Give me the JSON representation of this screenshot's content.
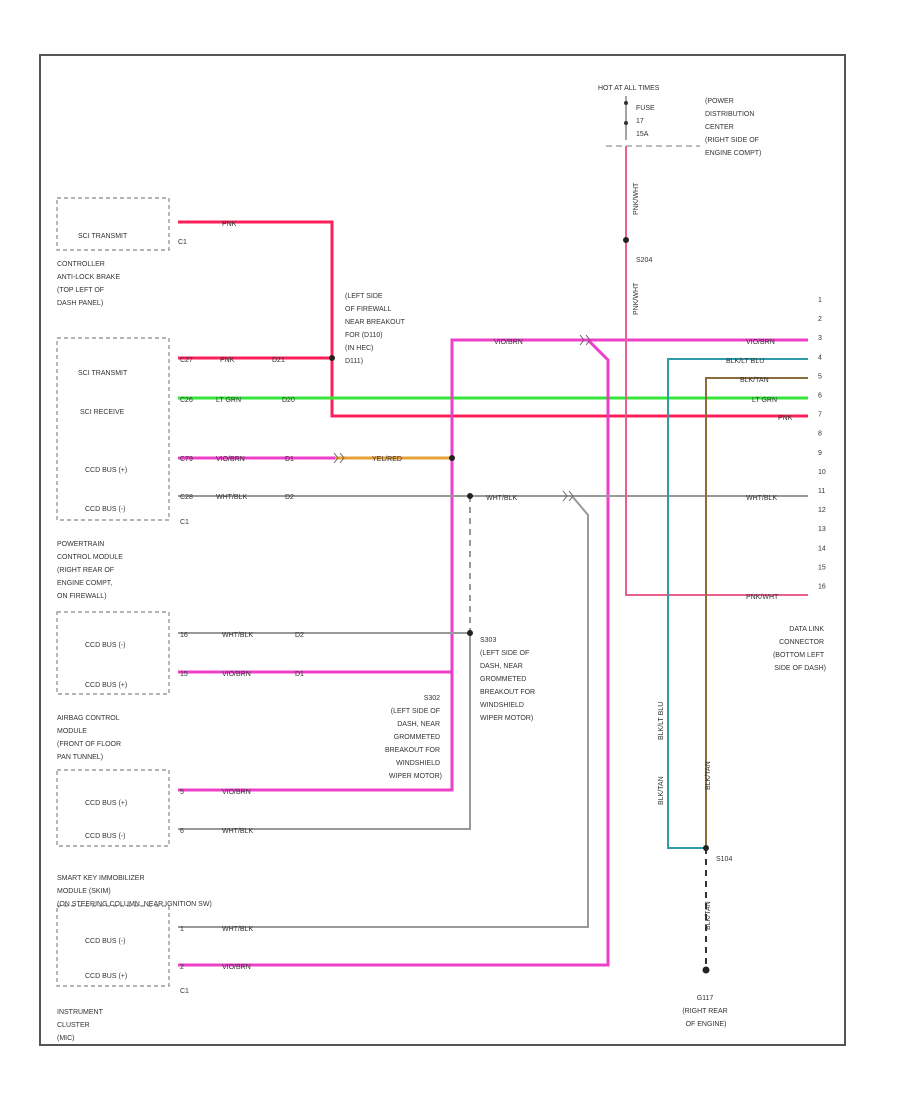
{
  "power": {
    "hot_at_all_times": "HOT AT ALL TIMES",
    "fuse_label": "FUSE",
    "fuse_number": "17",
    "fuse_rating": "15A",
    "pdc_lines": [
      "(POWER",
      "DISTRIBUTION",
      "CENTER",
      "(RIGHT SIDE OF",
      "ENGINE COMPT)"
    ]
  },
  "splices": {
    "s204": "S204",
    "s111_lines": [
      "(LEFT SIDE",
      "OF FIREWALL",
      "NEAR BREAKOUT",
      "FOR (D110)",
      "(IN HEC)",
      "D111)"
    ],
    "s303_lines": [
      "S303",
      "(LEFT SIDE OF",
      "DASH, NEAR",
      "GROMMETED",
      "BREAKOUT FOR",
      "WINDSHIELD",
      "WIPER MOTOR)"
    ],
    "s302_lines": [
      "S302",
      "(LEFT SIDE OF",
      "DASH, NEAR",
      "GROMMETED",
      "BREAKOUT FOR",
      "WINDSHIELD",
      "WIPER MOTOR)"
    ],
    "s104": "S104",
    "g117_lines": [
      "G117",
      "(RIGHT REAR",
      "OF ENGINE)"
    ]
  },
  "modules": {
    "abs": {
      "pin": "SCI TRANSMIT",
      "conn": "C1",
      "desc_lines": [
        "CONTROLLER",
        "ANTI-LOCK BRAKE",
        "(TOP LEFT OF",
        "DASH PANEL)"
      ]
    },
    "pcm": {
      "pins": [
        "SCI TRANSMIT",
        "SCI RECEIVE",
        "CCD BUS (+)",
        "CCD BUS (-)"
      ],
      "conn": "C1",
      "desc_lines": [
        "POWERTRAIN",
        "CONTROL MODULE",
        "(RIGHT REAR OF",
        "ENGINE COMPT,",
        "ON FIREWALL)"
      ]
    },
    "acm": {
      "pins": [
        "CCD BUS (-)",
        "CCD BUS (+)"
      ],
      "desc_lines": [
        "AIRBAG CONTROL",
        "MODULE",
        "(FRONT OF FLOOR",
        "PAN TUNNEL)"
      ]
    },
    "skim": {
      "pins": [
        "CCD BUS (+)",
        "CCD BUS (-)"
      ],
      "desc_lines": [
        "SMART KEY IMMOBILIZER",
        "MODULE (SKIM)",
        "(ON STEERING COLUMN, NEAR IGNITION SW)"
      ]
    },
    "cluster": {
      "pins": [
        "CCD BUS (-)",
        "CCD BUS (+)"
      ],
      "conn": "C1",
      "desc_lines": [
        "INSTRUMENT",
        "CLUSTER",
        "(MIC)"
      ]
    }
  },
  "data_link": {
    "desc_lines": [
      "DATA LINK",
      "CONNECTOR",
      "(BOTTOM LEFT",
      "SIDE OF DASH)"
    ],
    "pins": [
      "1",
      "2",
      "3",
      "4",
      "5",
      "6",
      "7",
      "8",
      "9",
      "10",
      "11",
      "12",
      "13",
      "14",
      "15",
      "16"
    ]
  },
  "wires": {
    "abs_pnk": "PNK",
    "pcm_tx_pin": "C27",
    "pcm_tx_color": "PNK",
    "pcm_tx_circuit": "D21",
    "pcm_rx_pin": "C26",
    "pcm_rx_color": "LT GRN",
    "pcm_rx_circuit": "D20",
    "pcm_ccdp_pin": "C79",
    "pcm_ccdp_color": "VIO/BRN",
    "pcm_ccdp_circuit": "D1",
    "pcm_ccdp_ext": "YEL/RED",
    "pcm_ccdn_pin": "C28",
    "pcm_ccdn_color": "WHT/BLK",
    "pcm_ccdn_circuit": "D2",
    "vio_brn_top": "VIO/BRN",
    "wht_blk_right": "WHT/BLK",
    "fuse_out": "PNK/WHT",
    "s204_out": "PNK/WHT",
    "acm_pin_a": "16",
    "acm_a_color": "WHT/BLK",
    "acm_a_circuit": "D2",
    "acm_pin_b": "15",
    "acm_b_color": "VIO/BRN",
    "acm_b_circuit": "D1",
    "skim_a_pin": "5",
    "skim_a_color": "VIO/BRN",
    "skim_b_pin": "6",
    "skim_b_color": "WHT/BLK",
    "cl_a_pin": "1",
    "cl_a_color": "WHT/BLK",
    "cl_b_pin": "2",
    "cl_b_color": "VIO/BRN",
    "dlc3": "VIO/BRN",
    "dlc4": "BLK/LT BLU",
    "dlc5": "BLK/TAN",
    "dlc6": "LT GRN",
    "dlc7": "PNK",
    "dlc11": "WHT/BLK",
    "dlc16": "PNK/WHT",
    "vert_blk_ltblu": "BLK/LT BLU",
    "vert_blk_tan_1": "BLK/TAN",
    "vert_blk_tan_2": "BLK/TAN",
    "ground": "BLK/TAN"
  },
  "colors": {
    "pink": "#ff1f5a",
    "magenta": "#ee3fc8",
    "light_green": "#37e63a",
    "white_black": "#999999",
    "pnk_wht": "#ea5f8c",
    "blk_lt_blu": "#2e9ba8",
    "blk_tan": "#8a6d3b",
    "yel_red": "#e6a13a",
    "frame": "#555555"
  }
}
